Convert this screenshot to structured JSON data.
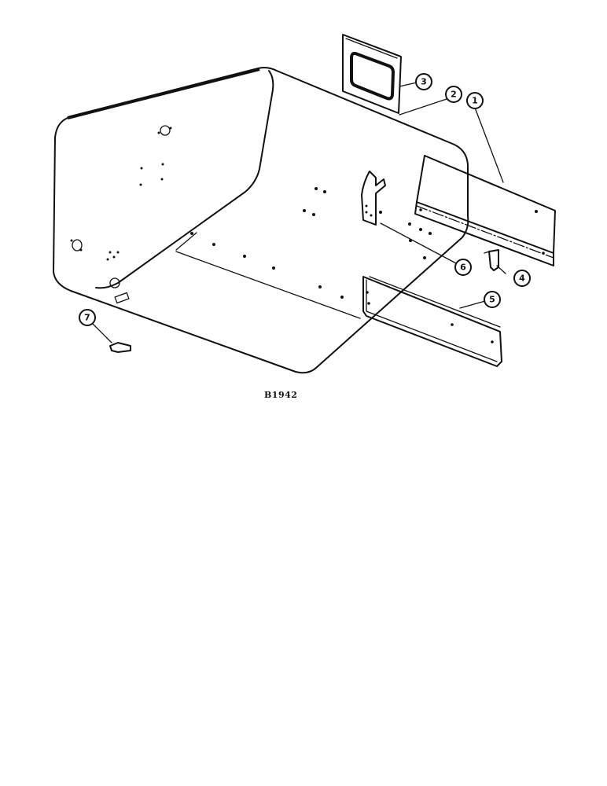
{
  "figure_code": "B1942",
  "callouts": [
    {
      "label": "1"
    },
    {
      "label": "2"
    },
    {
      "label": "3"
    },
    {
      "label": "4"
    },
    {
      "label": "5"
    },
    {
      "label": "6"
    },
    {
      "label": "7"
    }
  ]
}
